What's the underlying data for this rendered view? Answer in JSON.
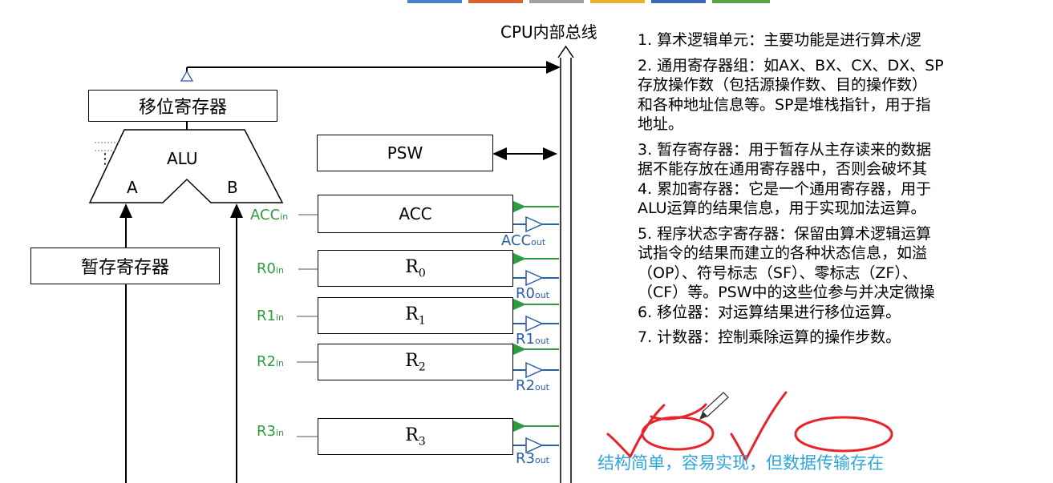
{
  "bus_label": "CPU内部总线",
  "registers": {
    "shifter": "移位寄存器",
    "alu": "ALU",
    "alu_in_a": "A",
    "alu_in_b": "B",
    "alu_dots": "⋮",
    "psw": "PSW",
    "acc": "ACC",
    "temp": "暂存寄存器",
    "r_base": "R",
    "r_subs": [
      "0",
      "1",
      "2",
      "3"
    ]
  },
  "control_signals": {
    "acc_in": {
      "base": "ACC",
      "sub": "in"
    },
    "acc_out": {
      "base": "ACC",
      "sub": "out"
    },
    "r_in": [
      {
        "base": "R0",
        "sub": "in"
      },
      {
        "base": "R1",
        "sub": "in"
      },
      {
        "base": "R2",
        "sub": "in"
      },
      {
        "base": "R3",
        "sub": "in"
      }
    ],
    "r_out": [
      {
        "base": "R0",
        "sub": "out"
      },
      {
        "base": "R1",
        "sub": "out"
      },
      {
        "base": "R2",
        "sub": "out"
      },
      {
        "base": "R3",
        "sub": "out"
      }
    ]
  },
  "notes": [
    "1. 算术逻辑单元：主要功能是进行算术/逻",
    "2. 通用寄存器组：如AX、BX、CX、DX、SP",
    "存放操作数（包括源操作数、目的操作数）",
    "和各种地址信息等。SP是堆栈指针，用于指",
    "地址。",
    "3. 暂存寄存器：用于暂存从主存读来的数据",
    "据不能存放在通用寄存器中，否则会破坏其",
    "4. 累加寄存器：它是一个通用寄存器，用于",
    "ALU运算的结果信息，用于实现加法运算。",
    "5. 程序状态字寄存器：保留由算术逻辑运算",
    "试指令的结果而建立的各种状态信息，如溢",
    "（OP）、符号标志（SF）、零标志（ZF）、",
    "（CF）等。PSW中的这些位参与并决定微操",
    "6. 移位器：对运算结果进行移位运算。",
    "7. 计数器：控制乘除运算的操作步数。"
  ],
  "summary": "结构简单，容易实现，但数据传输存在",
  "colors": {
    "signal_green": "#2e9c3f",
    "signal_blue": "#2a5fa8",
    "annotation_red": "#e8232a",
    "summary_cyan": "#2ea6d9"
  }
}
